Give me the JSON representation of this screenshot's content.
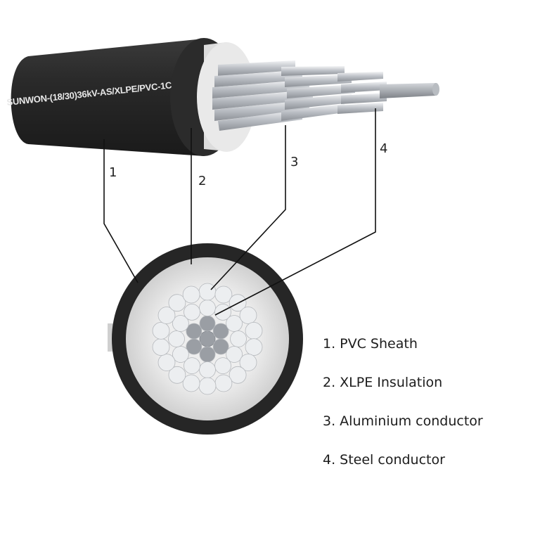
{
  "cable_print": "SUNWON-(18/30)36kV-AS/XLPE/PVC-1C",
  "callouts": [
    "1",
    "2",
    "3",
    "4"
  ],
  "legend": [
    "1. PVC Sheath",
    "2. XLPE Insulation",
    "3. Aluminium conductor",
    "4. Steel conductor"
  ],
  "colors": {
    "sheath": "#2b2b2b",
    "insulation": "#e6e6e6",
    "aluminium": "#d9dce0",
    "steel": "#9a9ea4",
    "leader": "#111111"
  }
}
